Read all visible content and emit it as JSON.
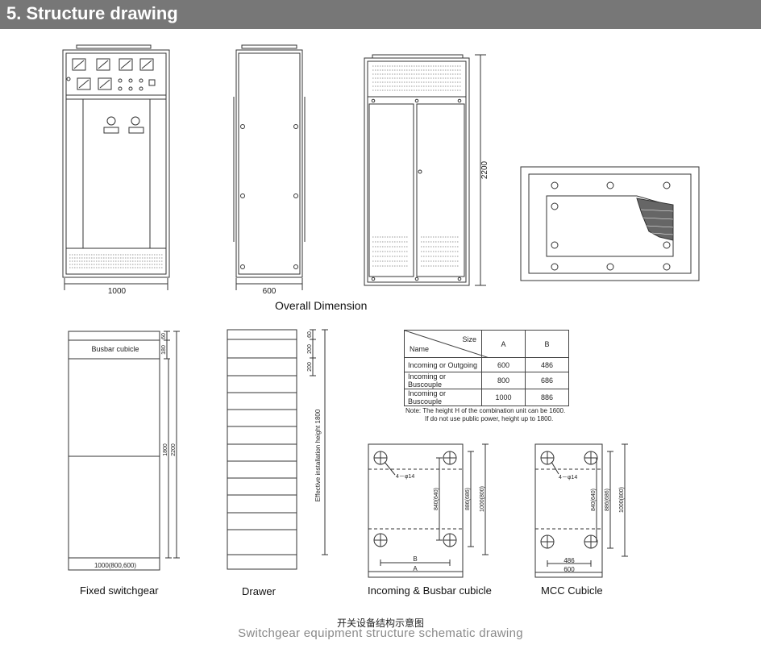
{
  "header": {
    "title": "5. Structure drawing"
  },
  "overall": {
    "dim_width_front": "1000",
    "dim_width_side": "600",
    "dim_height": "2200",
    "caption": "Overall Dimension"
  },
  "fixed": {
    "cubicle_label": "Busbar cubicle",
    "dim_top": "60",
    "dim_busbar": "180",
    "dim_1800": "1800",
    "dim_2200": "2200",
    "dim_width": "1000(800,600)",
    "caption": "Fixed switchgear"
  },
  "drawer": {
    "dim_a": "60",
    "dim_b": "200",
    "dim_c": "200",
    "eff_label": "Effective installation height  1800",
    "caption": "Drawer"
  },
  "size_table": {
    "header_size": "Size",
    "header_name": "Name",
    "col_a": "A",
    "col_b": "B",
    "rows": [
      {
        "name": "Incoming or Outgoing",
        "a": "600",
        "b": "486"
      },
      {
        "name": "Incoming or Buscouple",
        "a": "800",
        "b": "686"
      },
      {
        "name": "Incoming or Buscouple",
        "a": "1000",
        "b": "886"
      }
    ],
    "note_line1": "Note: The height H of the combination unit can be 1600.",
    "note_line2": "If do not use public power, height up to 1800."
  },
  "incoming": {
    "hole": "4－φ14",
    "dim_840": "840(640)",
    "dim_886": "886(686)",
    "dim_1000": "1000(800)",
    "dim_b": "B",
    "dim_a": "A",
    "caption": "Incoming & Busbar cubicle"
  },
  "mcc": {
    "hole": "4－φ14",
    "dim_840": "840(640)",
    "dim_886": "886(686)",
    "dim_1000": "1000(800)",
    "dim_486": "486",
    "dim_600": "600",
    "caption": "MCC Cubicle"
  },
  "footer": {
    "chinese": "开关设备结构示意图",
    "english": "Switchgear equipment structure schematic drawing"
  }
}
